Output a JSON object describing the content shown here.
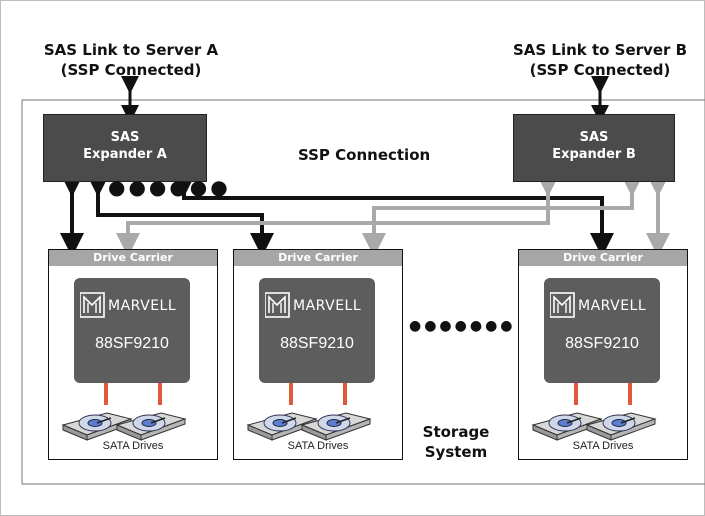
{
  "links": {
    "server_a": {
      "line1": "SAS Link to Server A",
      "line2": "(SSP Connected)"
    },
    "server_b": {
      "line1": "SAS Link to Server B",
      "line2": "(SSP Connected)"
    }
  },
  "expanders": {
    "a": {
      "line1": "SAS",
      "line2": "Expander A"
    },
    "b": {
      "line1": "SAS",
      "line2": "Expander B"
    }
  },
  "ssp_connection": "SSP Connection",
  "carriers": [
    {
      "header": "Drive Carrier",
      "brand": "MARVELL",
      "part": "88SF9210",
      "drives_label": "SATA Drives"
    },
    {
      "header": "Drive Carrier",
      "brand": "MARVELL",
      "part": "88SF9210",
      "drives_label": "SATA Drives"
    },
    {
      "header": "Drive Carrier",
      "brand": "MARVELL",
      "part": "88SF9210",
      "drives_label": "SATA Drives"
    }
  ],
  "storage_system": {
    "line1": "Storage",
    "line2": "System"
  },
  "colors": {
    "expander_fill": "#4b4b4b",
    "chip_fill": "#5d5d5d",
    "carrier_header": "#a6a6a6",
    "sata_link": "#e05a3a",
    "primary_path": "#111111",
    "secondary_path": "#a9a9a9"
  }
}
